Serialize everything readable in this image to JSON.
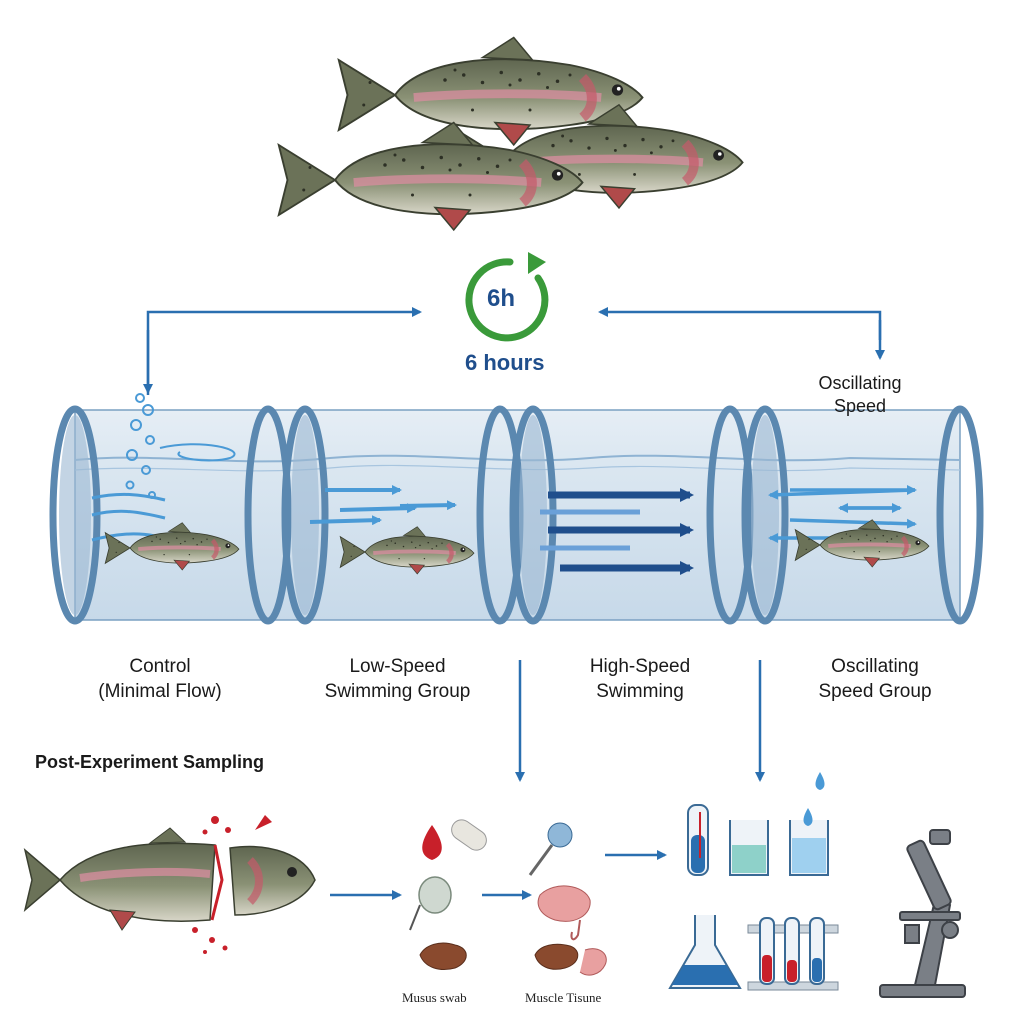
{
  "timer": {
    "short": "6h",
    "long": "6 hours"
  },
  "groups": [
    {
      "line1": "Control",
      "line2": "(Minimal Flow)"
    },
    {
      "line1": "Low-Speed",
      "line2": "Swimming Group"
    },
    {
      "line1": "High-Speed",
      "line2": "Swimming"
    },
    {
      "line1": "Oscillating",
      "line2": "Speed Group"
    }
  ],
  "oscillating_tag": {
    "line1": "Oscillating",
    "line2": "Speed"
  },
  "sampling": {
    "title": "Post-Experiment Sampling",
    "mucus_label": "Musus swab",
    "muscle_label": "Muscle Tisune"
  },
  "colors": {
    "arrow": "#2a6fb0",
    "timer_ring": "#3a9a3a",
    "timer_text": "#1f4e8c",
    "water": "#cfe0ee",
    "tube_rim": "#5b88b0",
    "fish_body": "#7d8468",
    "fish_stripe": "#d98ea0",
    "blood": "#c8202a"
  }
}
